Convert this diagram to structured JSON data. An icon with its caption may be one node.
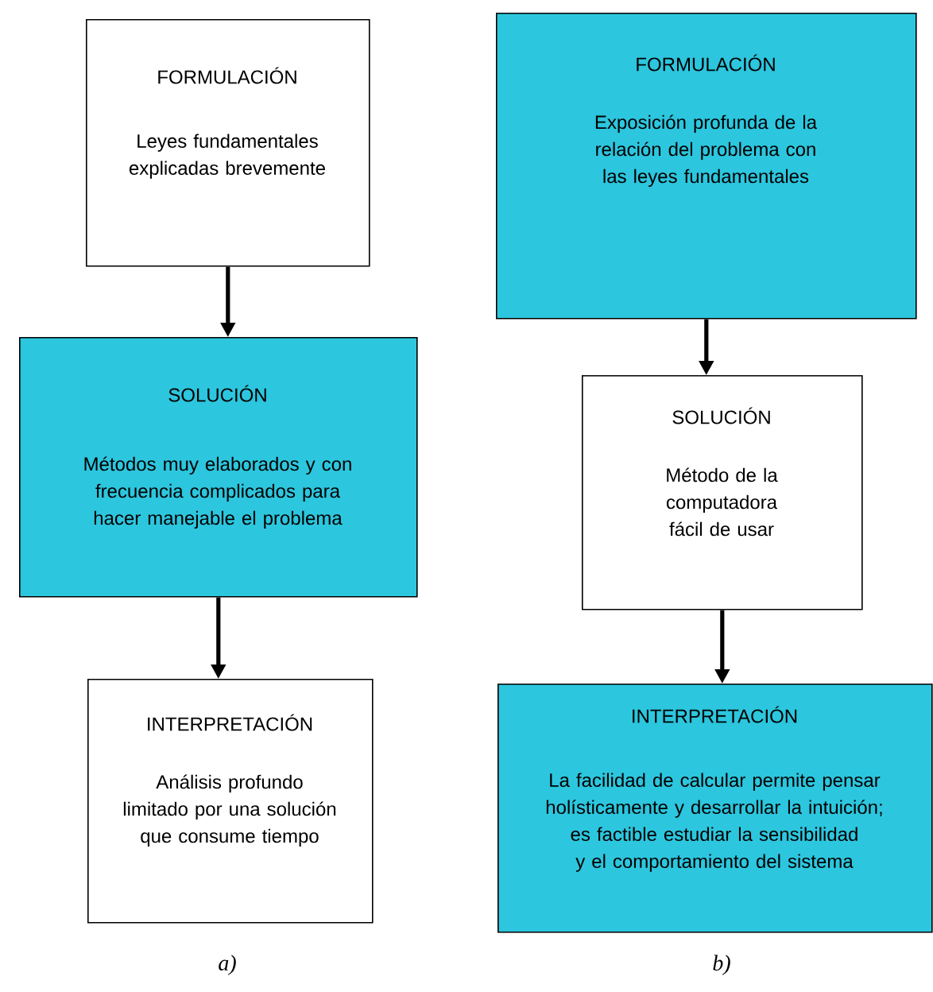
{
  "diagram": {
    "nodes": [
      {
        "text": [
          "FORMULACIÓN",
          "Leyes fundamentales explicadas brevemente"
        ]
      },
      {
        "text": [
          "SOLUCIÓN",
          "Métodos muy elaborados y con frecuencia complicados para hacer manejable el problema"
        ]
      },
      {
        "text": [
          "INTERPRETACIÓN",
          "Análisis profundo limitado por una solución que consume tiempo"
        ]
      },
      {
        "text": [
          "FORMULACIÓN",
          "Exposición profunda de la relación del problema con las leyes fundamentales"
        ]
      },
      {
        "text": [
          "SOLUCIÓN",
          "Método de la computadora fácil de usar"
        ]
      },
      {
        "text": [
          "INTERPRETACIÓN",
          "La facilidad de calcular permite pensar holísticamente y desarrollar la intuición; es factible estudiar la sensibilidad y el comportamiento del sistema"
        ]
      }
    ],
    "edges": [
      {
        "from": 0,
        "to": 1,
        "arrow": "to"
      },
      {
        "from": 1,
        "to": 2,
        "arrow": "to"
      },
      {
        "from": 3,
        "to": 4,
        "arrow": "to"
      },
      {
        "from": 4,
        "to": 5,
        "arrow": "to"
      }
    ],
    "labels": [
      "a)",
      "b)"
    ]
  }
}
